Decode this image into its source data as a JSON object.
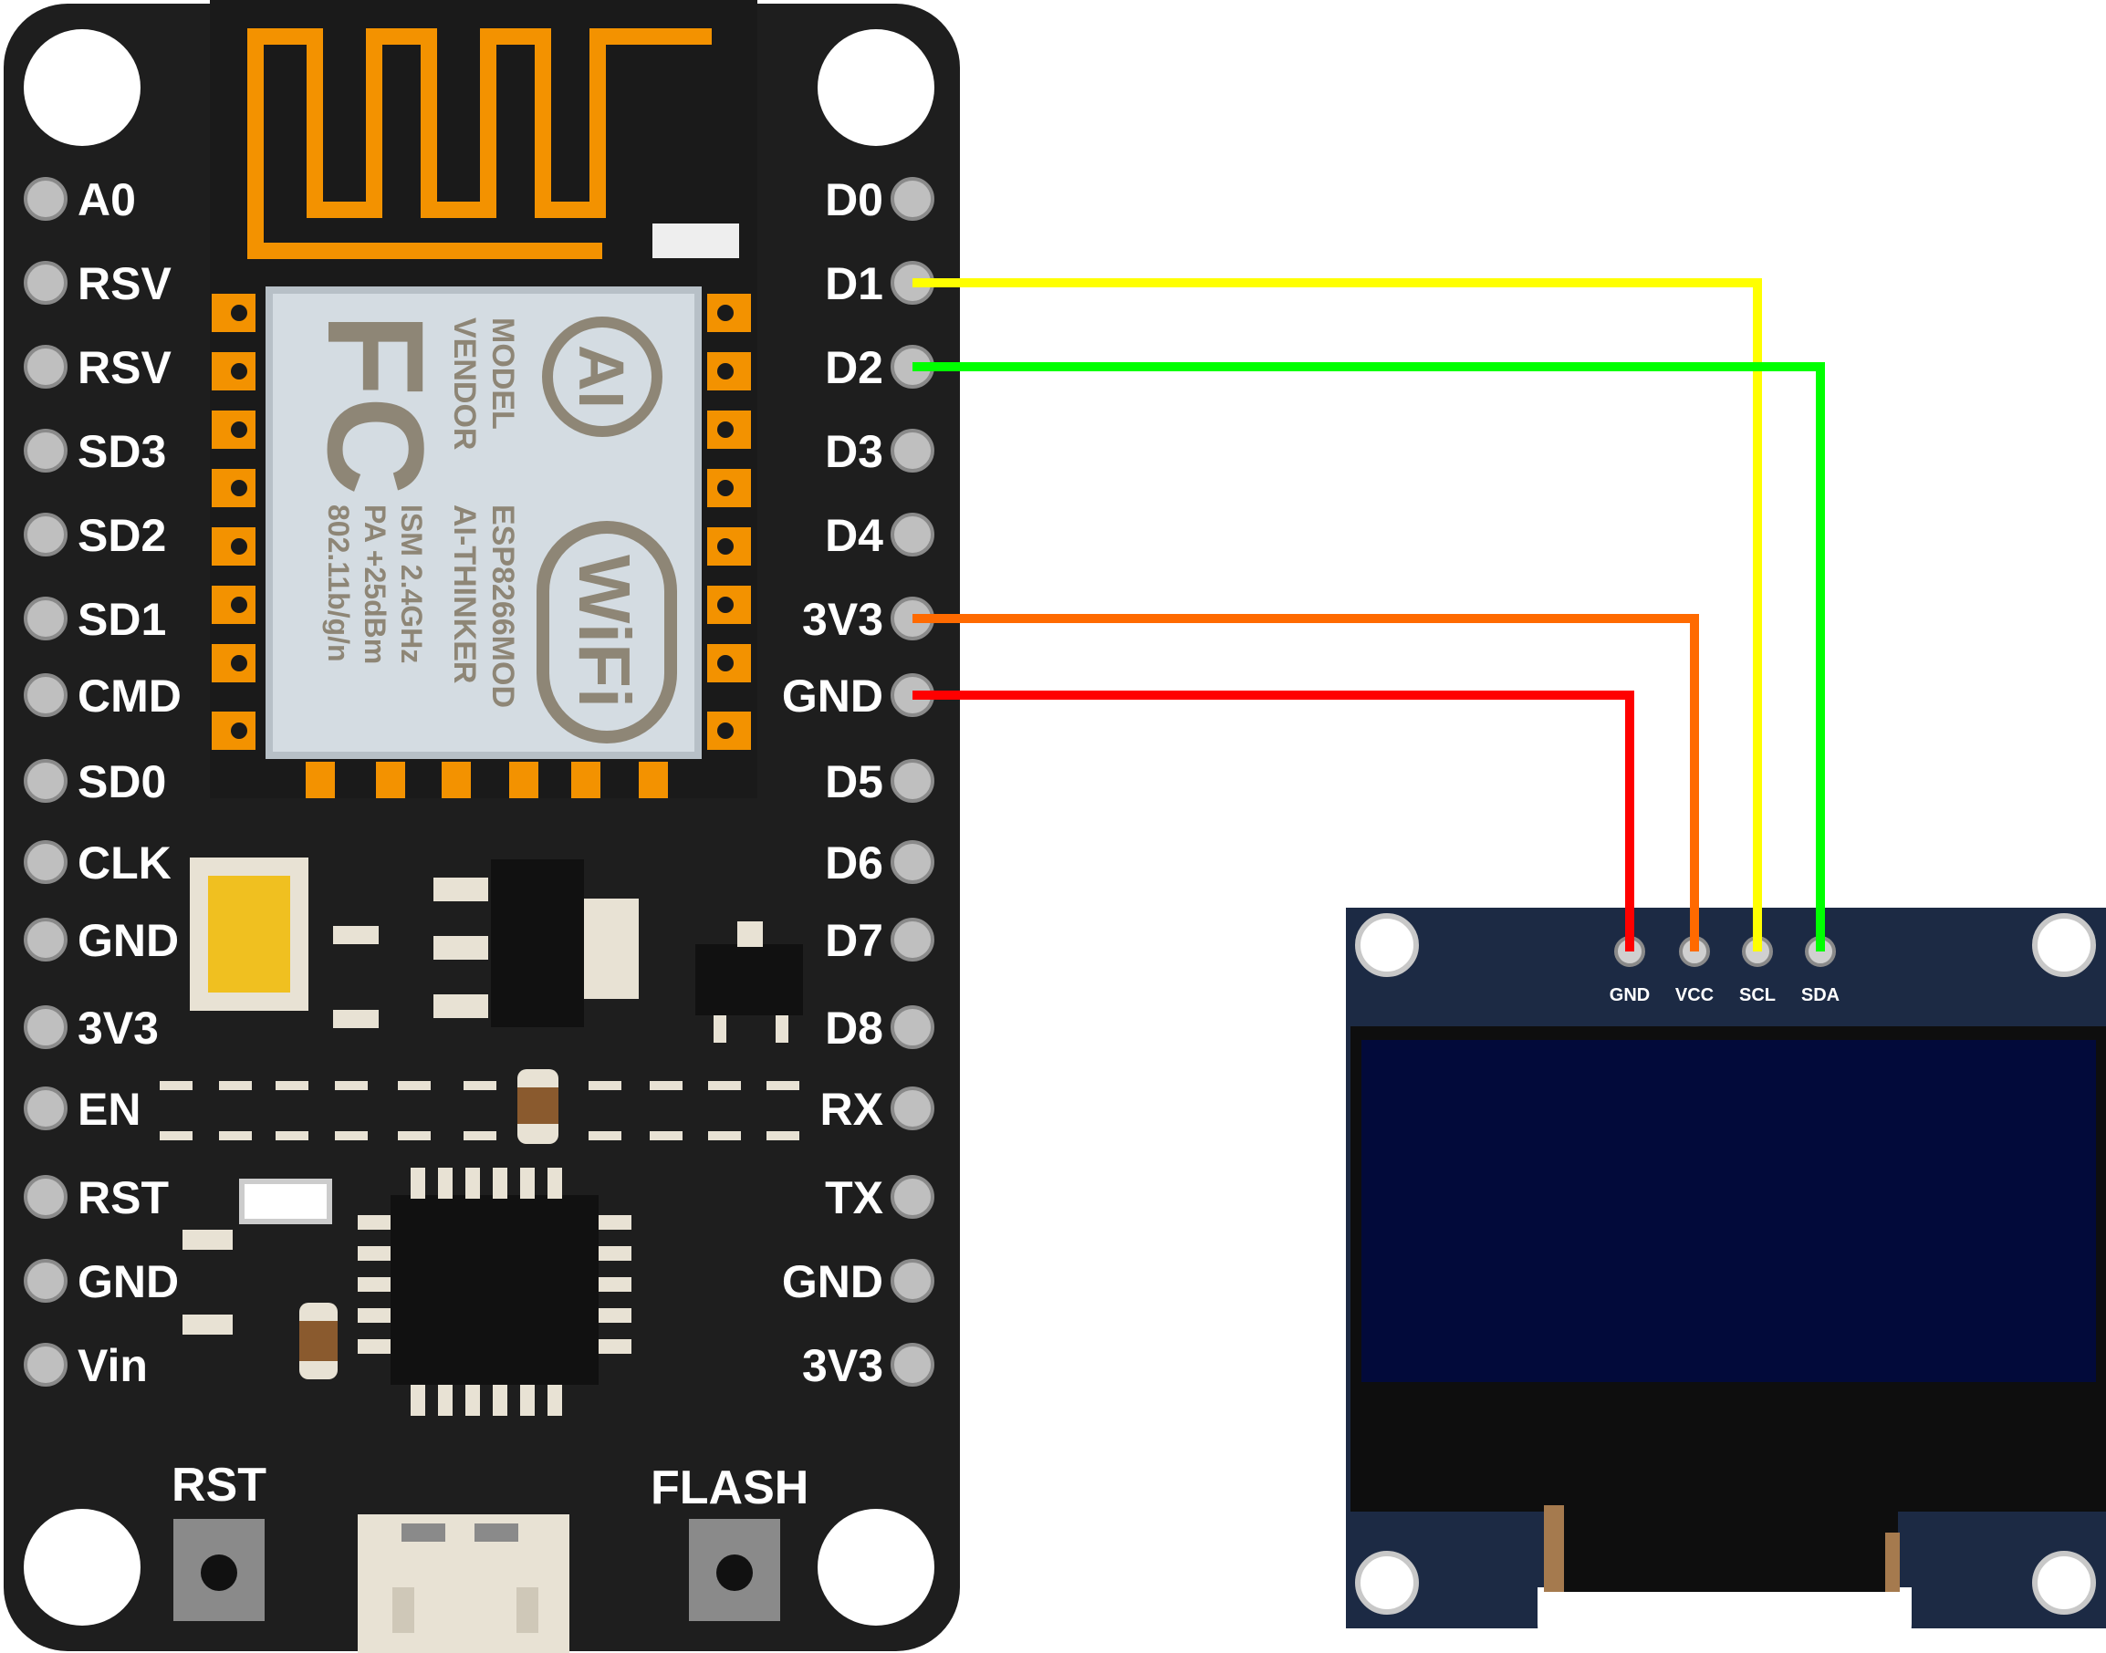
{
  "board": {
    "left_pins": [
      "A0",
      "RSV",
      "RSV",
      "SD3",
      "SD2",
      "SD1",
      "CMD",
      "SD0",
      "CLK",
      "GND",
      "3V3",
      "EN",
      "RST",
      "GND",
      "Vin"
    ],
    "right_pins": [
      "D0",
      "D1",
      "D2",
      "D3",
      "D4",
      "3V3",
      "GND",
      "D5",
      "D6",
      "D7",
      "D8",
      "RX",
      "TX",
      "GND",
      "3V3"
    ],
    "buttons": {
      "rst": "RST",
      "flash": "FLASH"
    },
    "module": {
      "fc_logo": "FC",
      "ai_logo": "AI",
      "wifi_logo": "WiFi",
      "lines": [
        "MODEL",
        "VENDOR",
        "ESP8266MOD",
        "AI-THINKER",
        "ISM 2.4GHz",
        "PA +25dBm",
        "802.11b/g/n"
      ]
    }
  },
  "oled": {
    "pins": [
      "GND",
      "VCC",
      "SCL",
      "SDA"
    ]
  },
  "wires": [
    {
      "from": "D1",
      "to": "SCL",
      "color": "#ffff00"
    },
    {
      "from": "D2",
      "to": "SDA",
      "color": "#00ff00"
    },
    {
      "from": "3V3",
      "to": "VCC",
      "color": "#ff6a00"
    },
    {
      "from": "GND",
      "to": "GND",
      "color": "#ff0000"
    }
  ],
  "colors": {
    "board": "#1e1e1e",
    "antenna": "#f39200",
    "module_shield": "#d4dce2",
    "oled_pcb": "#1c2a44",
    "oled_screen": "#020a3a",
    "pin": "#bfbfbf"
  }
}
